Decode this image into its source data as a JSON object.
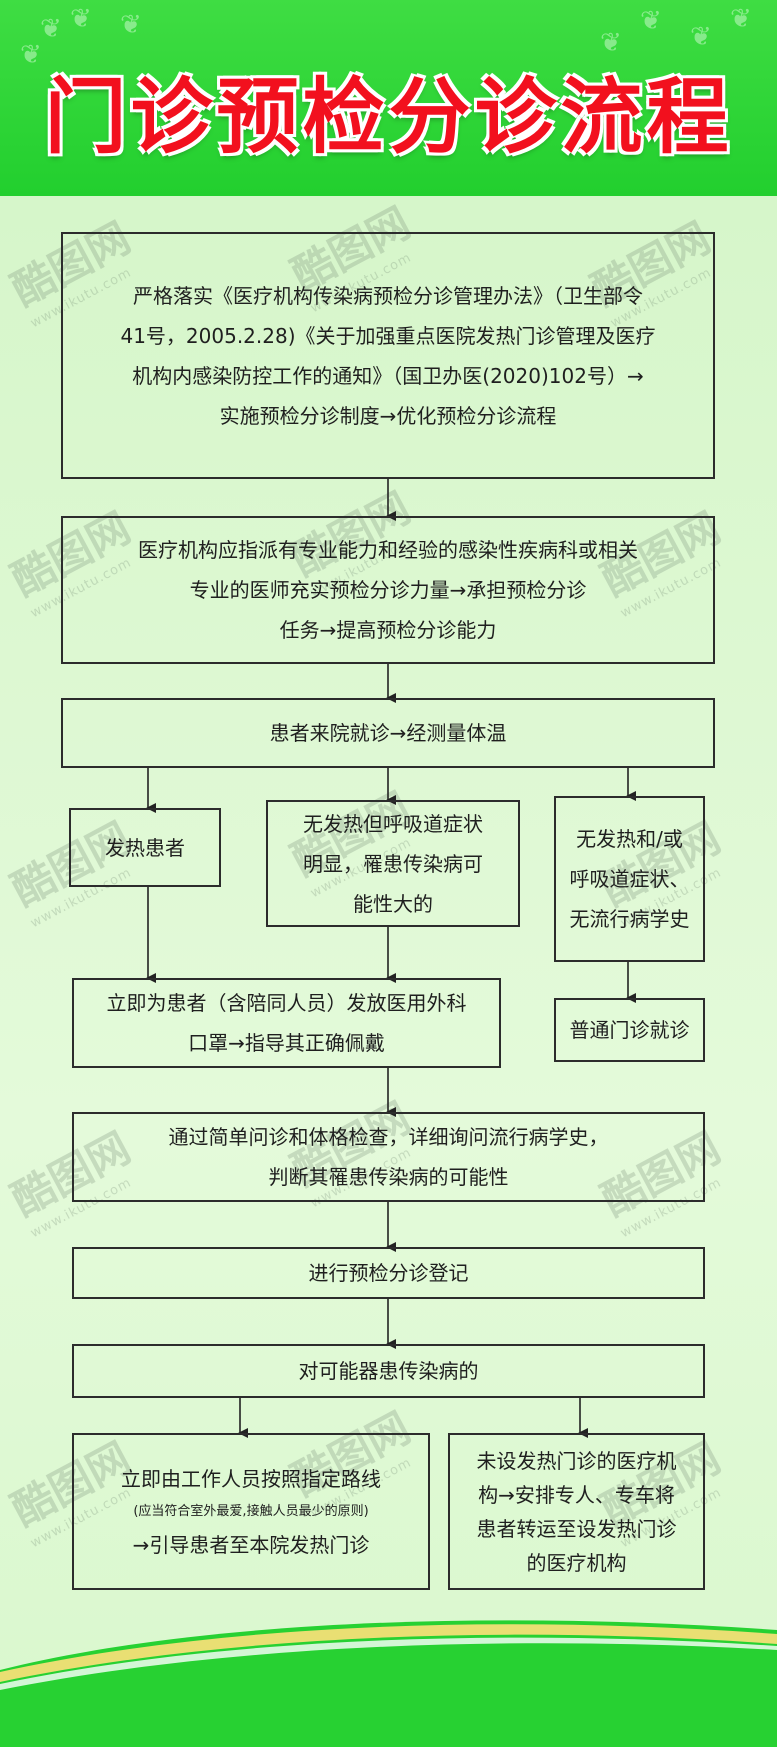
{
  "title": "门诊预检分诊流程",
  "watermark": {
    "logo": "酷图网",
    "url": "www.ikutu.com"
  },
  "colors": {
    "header_green": "#2ed636",
    "title_red": "#f2101e",
    "panel_bg": "#dcf7cf",
    "border": "#2c2c2c"
  },
  "steps": {
    "policy": [
      "严格落实《医疗机构传染病预检分诊管理办法》（卫生部令",
      "41号，2005.2.28)《关于加强重点医院发热门诊管理及医疗",
      "机构内感染防控工作的通知》（国卫办医(2020)102号）→",
      "实施预检分诊制度→优化预检分诊流程"
    ],
    "staff": [
      "医疗机构应指派有专业能力和经验的感染性疾病科或相关",
      "专业的医师充实预检分诊力量→承担预检分诊",
      "任务→提高预检分诊能力"
    ],
    "arrival": "患者来院就诊→经测量体温",
    "fever": "发热患者",
    "respiratory": [
      "无发热但呼吸道症状",
      "明显，罹患传染病可",
      "能性大的"
    ],
    "no_symptoms": [
      "无发热和/或",
      "呼吸道症状、",
      "无流行病学史"
    ],
    "mask": [
      "立即为患者（含陪同人员）发放医用外科",
      "口罩→指导其正确佩戴"
    ],
    "general_clinic": "普通门诊就诊",
    "inquiry": [
      "通过简单问诊和体格检查，详细询问流行病学史，",
      "判断其罹患传染病的可能性"
    ],
    "register": "进行预检分诊登记",
    "possible": "对可能器患传染病的",
    "guide": {
      "line1": "立即由工作人员按照指定路线",
      "note": "(应当符合室外最爱,接触人员最少的原则)",
      "line2": "→引导患者至本院发热门诊"
    },
    "transfer": [
      "未设发热门诊的医疗机",
      "构→安排专人、专车将",
      "患者转运至设发热门诊",
      "的医疗机构"
    ]
  }
}
